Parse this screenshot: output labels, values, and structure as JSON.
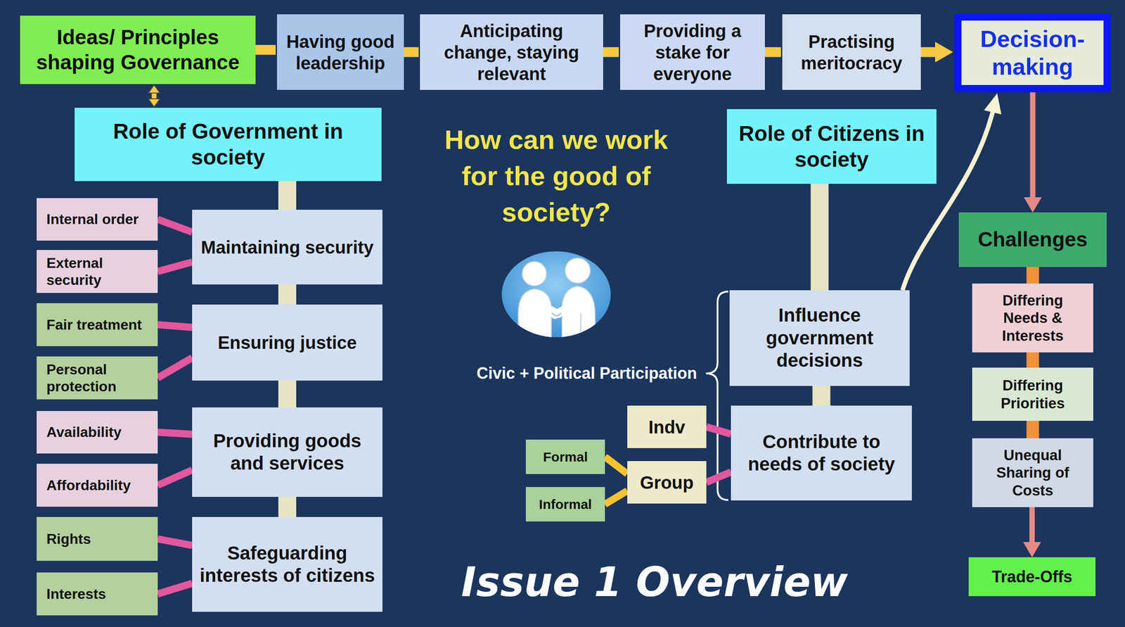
{
  "diagram": {
    "title": "Issue 1 Overview",
    "nodes": [
      {
        "text": [
          "Ideas/ Principles shaping Governance"
        ]
      },
      {
        "text": [
          "Having good leadership"
        ]
      },
      {
        "text": [
          "Anticipating change, staying relevant"
        ]
      },
      {
        "text": [
          "Providing a stake for everyone"
        ]
      },
      {
        "text": [
          "Practising meritocracy"
        ]
      },
      {
        "text": [
          "Decision-making"
        ]
      },
      {
        "text": [
          "Role of Government in society"
        ]
      },
      {
        "text": [
          "Role of Citizens in society"
        ]
      },
      {
        "text": [
          "Maintaining security"
        ]
      },
      {
        "text": [
          "Internal order"
        ]
      },
      {
        "text": [
          "External security"
        ]
      },
      {
        "text": [
          "Ensuring justice"
        ]
      },
      {
        "text": [
          "Fair treatment"
        ]
      },
      {
        "text": [
          "Personal protection"
        ]
      },
      {
        "text": [
          "Providing goods and services"
        ]
      },
      {
        "text": [
          "Availability"
        ]
      },
      {
        "text": [
          "Affordability"
        ]
      },
      {
        "text": [
          "Safeguarding interests of citizens"
        ]
      },
      {
        "text": [
          "Rights"
        ]
      },
      {
        "text": [
          "Interests"
        ]
      },
      {
        "text": [
          "Influence government decisions"
        ]
      },
      {
        "text": [
          "Contribute to needs of society"
        ]
      },
      {
        "text": [
          "Indv"
        ]
      },
      {
        "text": [
          "Group"
        ]
      },
      {
        "text": [
          "Formal"
        ]
      },
      {
        "text": [
          "Informal"
        ]
      },
      {
        "text": [
          "Challenges"
        ]
      },
      {
        "text": [
          "Differing Needs & Interests"
        ]
      },
      {
        "text": [
          "Differing Priorities"
        ]
      },
      {
        "text": [
          "Unequal Sharing of Costs"
        ]
      },
      {
        "text": [
          "Trade-Offs"
        ]
      }
    ],
    "edges": [
      {
        "from": 0,
        "to": 1,
        "arrow": "none"
      },
      {
        "from": 1,
        "to": 2,
        "arrow": "none"
      },
      {
        "from": 2,
        "to": 3,
        "arrow": "none"
      },
      {
        "from": 3,
        "to": 4,
        "arrow": "none"
      },
      {
        "from": 4,
        "to": 5,
        "arrow": "to"
      },
      {
        "from": 0,
        "to": 6,
        "arrow": "both"
      },
      {
        "from": 6,
        "to": 8,
        "arrow": "none"
      },
      {
        "from": 8,
        "to": 11,
        "arrow": "none"
      },
      {
        "from": 11,
        "to": 14,
        "arrow": "none"
      },
      {
        "from": 14,
        "to": 17,
        "arrow": "none"
      },
      {
        "from": 9,
        "to": 8,
        "arrow": "none"
      },
      {
        "from": 10,
        "to": 8,
        "arrow": "none"
      },
      {
        "from": 12,
        "to": 11,
        "arrow": "none"
      },
      {
        "from": 13,
        "to": 11,
        "arrow": "none"
      },
      {
        "from": 15,
        "to": 14,
        "arrow": "none"
      },
      {
        "from": 16,
        "to": 14,
        "arrow": "none"
      },
      {
        "from": 18,
        "to": 17,
        "arrow": "none"
      },
      {
        "from": 19,
        "to": 17,
        "arrow": "none"
      },
      {
        "from": 7,
        "to": 20,
        "arrow": "none"
      },
      {
        "from": 20,
        "to": 21,
        "arrow": "none"
      },
      {
        "from": 22,
        "to": 21,
        "arrow": "none"
      },
      {
        "from": 23,
        "to": 21,
        "arrow": "none"
      },
      {
        "from": 24,
        "to": 23,
        "arrow": "none"
      },
      {
        "from": 25,
        "to": 23,
        "arrow": "none"
      },
      {
        "from": 20,
        "to": 5,
        "arrow": "to"
      },
      {
        "from": 5,
        "to": 26,
        "arrow": "to"
      },
      {
        "from": 26,
        "to": 27,
        "arrow": "none"
      },
      {
        "from": 27,
        "to": 28,
        "arrow": "none"
      },
      {
        "from": 28,
        "to": 29,
        "arrow": "none"
      },
      {
        "from": 29,
        "to": 30,
        "arrow": "to"
      }
    ],
    "labels": [
      "How can we work for the good of society?",
      "Civic + Political Participation"
    ]
  }
}
